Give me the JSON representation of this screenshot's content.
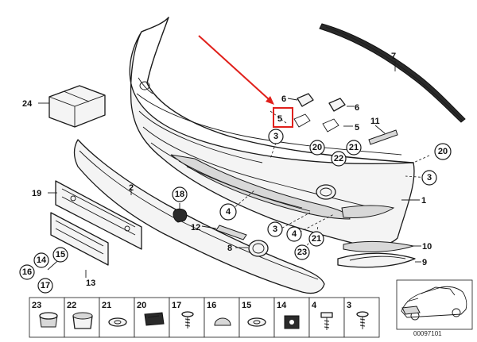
{
  "callouts": {
    "c1": "1",
    "c2": "2",
    "c3a": "3",
    "c3b": "3",
    "c3c": "3",
    "c4a": "4",
    "c4b": "4",
    "c5a": "5",
    "c5b": "5",
    "c6a": "6",
    "c6b": "6",
    "c7": "7",
    "c8": "8",
    "c9": "9",
    "c10": "10",
    "c11": "11",
    "c12": "12",
    "c13": "13",
    "c14": "14",
    "c15": "15",
    "c16": "16",
    "c17": "17",
    "c18": "18",
    "c19": "19",
    "c20a": "20",
    "c20b": "20",
    "c21a": "21",
    "c21b": "21",
    "c22": "22",
    "c23": "23",
    "c24": "24"
  },
  "tray": [
    "23",
    "22",
    "21",
    "20",
    "17",
    "16",
    "15",
    "14",
    "4",
    "3"
  ],
  "catalog_number": "00097101",
  "highlight_color": "#e0201b",
  "arrow_color": "#e0201b"
}
